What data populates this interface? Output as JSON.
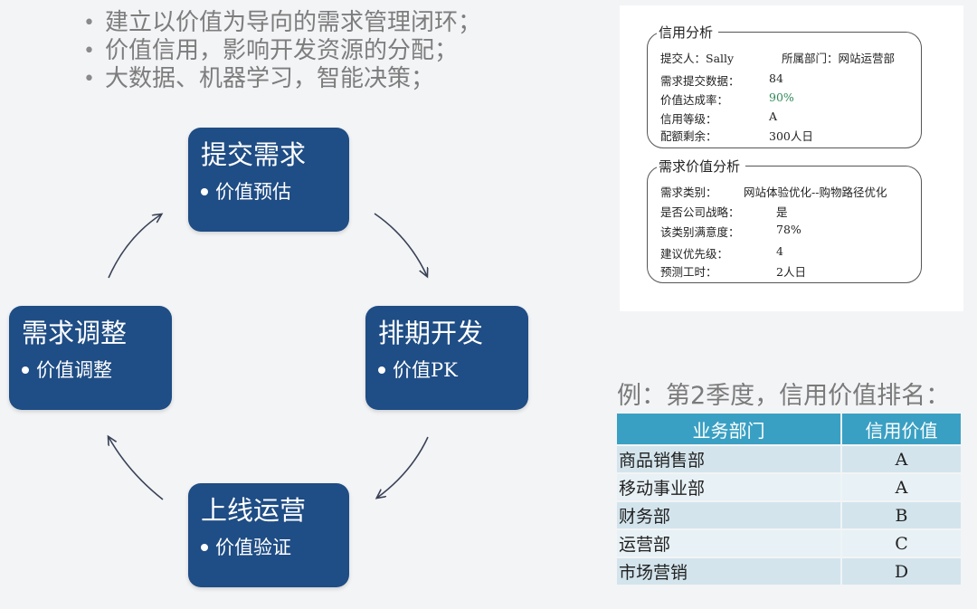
{
  "bullets": [
    "建立以价值为导向的需求管理闭环；",
    "价值信用，影响开发资源的分配；",
    "大数据、机器学习，智能决策；"
  ],
  "cycle": {
    "nodes": [
      {
        "id": "submit",
        "title": "提交需求",
        "sub": "价值预估"
      },
      {
        "id": "schedule",
        "title": "排期开发",
        "sub": "价值PK"
      },
      {
        "id": "launch",
        "title": "上线运营",
        "sub": "价值验证"
      },
      {
        "id": "adjust",
        "title": "需求调整",
        "sub": "价值调整"
      }
    ],
    "colors": {
      "node_bg": "#1f4d85",
      "arrow": "#3a4256"
    }
  },
  "credit_analysis": {
    "legend": "信用分析",
    "submitter_label": "提交人：",
    "submitter": "Sally",
    "dept_label": "所属部门：",
    "dept": "网站运营部",
    "rows": [
      {
        "label": "需求提交数据：",
        "value": "84"
      },
      {
        "label": "价值达成率：",
        "value": "90%"
      },
      {
        "label": "信用等级：",
        "value": "A"
      },
      {
        "label": "配额剩余：",
        "value": "300人日"
      }
    ]
  },
  "value_analysis": {
    "legend": "需求价值分析",
    "rows": [
      {
        "label": "需求类别：",
        "value": "网站体验优化--购物路径优化"
      },
      {
        "label": "是否公司战略：",
        "value": "是"
      },
      {
        "label": "该类别满意度：",
        "value": "78%"
      },
      {
        "label": "建议优先级：",
        "value": "4"
      },
      {
        "label": "预测工时：",
        "value": "2人日"
      }
    ]
  },
  "ranking": {
    "title": "例：第2季度，信用价值排名：",
    "headers": [
      "业务部门",
      "信用价值"
    ],
    "rows": [
      [
        "商品销售部",
        "A"
      ],
      [
        "移动事业部",
        "A"
      ],
      [
        "财务部",
        "B"
      ],
      [
        "运营部",
        "C"
      ],
      [
        "市场营销",
        "D"
      ]
    ],
    "colors": {
      "header": "#3aa0c3",
      "row_odd": "#d3e4ec",
      "row_even": "#e8f1f5"
    }
  }
}
